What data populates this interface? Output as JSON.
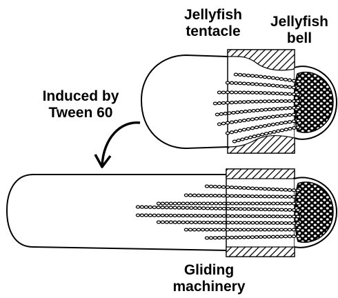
{
  "labels": {
    "tentacle": [
      "Jellyfish",
      "tentacle"
    ],
    "bell": [
      "Jellyfish",
      "bell"
    ],
    "induced": [
      "Induced by",
      "Tween 60"
    ],
    "gliding": [
      "Gliding",
      "machinery"
    ]
  },
  "colors": {
    "stroke": "#000000",
    "background": "#ffffff",
    "bell_fill": "#000000"
  }
}
